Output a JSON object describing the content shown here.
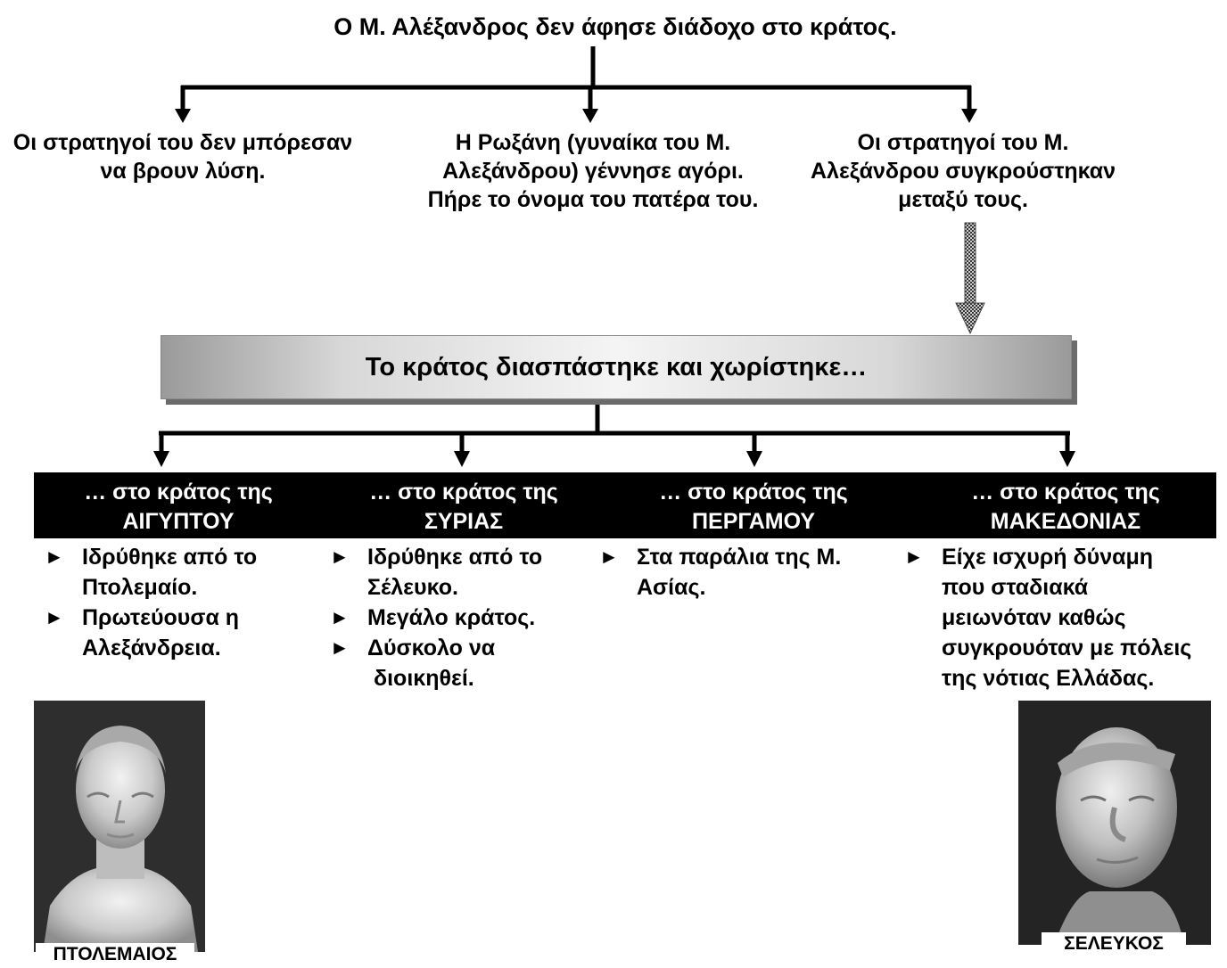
{
  "title": "Ο Μ. Αλέξανδρος δεν άφησε διάδοχο στο κράτος.",
  "consequences": [
    {
      "lines": [
        "Οι στρατηγοί του δεν μπόρεσαν",
        "να βρουν λύση."
      ]
    },
    {
      "lines": [
        "Η Ρωξάνη (γυναίκα του Μ.",
        "Αλεξάνδρου) γέννησε αγόρι.",
        "Πήρε το όνομα του πατέρα του."
      ]
    },
    {
      "lines": [
        "Οι στρατηγοί του Μ.",
        "Αλεξάνδρου συγκρούστηκαν",
        "μεταξύ τους."
      ]
    }
  ],
  "center_box": "Το κράτος διασπάστηκε και χωρίστηκε…",
  "kingdoms": [
    {
      "prefix": "… στο κράτος της",
      "name": "ΑΙΓΥΠΤΟΥ",
      "bullets": [
        [
          "Ιδρύθηκε από το",
          "Πτολεμαίο."
        ],
        [
          "Πρωτεύουσα η",
          "Αλεξάνδρεια."
        ]
      ]
    },
    {
      "prefix": "… στο κράτος της",
      "name": "ΣΥΡΙΑΣ",
      "bullets": [
        [
          "Ιδρύθηκε από το",
          "Σέλευκο."
        ],
        [
          "Μεγάλο κράτος."
        ],
        [
          "Δύσκολο να",
          " διοικηθεί."
        ]
      ]
    },
    {
      "prefix": "… στο κράτος της",
      "name": "ΠΕΡΓΑΜΟΥ",
      "bullets": [
        [
          "Στα παράλια της Μ.",
          "Ασίας."
        ]
      ]
    },
    {
      "prefix": "… στο κράτος της",
      "name": "ΜΑΚΕΔΟΝΙΑΣ",
      "bullets": [
        [
          "Είχε ισχυρή δύναμη",
          "που σταδιακά",
          "μειωνόταν καθώς",
          "συγκρουόταν με πόλεις",
          "της νότιας Ελλάδας."
        ]
      ]
    }
  ],
  "bullet_glyph": "►",
  "photos": [
    {
      "caption": "ΠΤΟΛΕΜΑΙΟΣ"
    },
    {
      "caption": "ΣΕΛΕΥΚΟΣ"
    }
  ]
}
